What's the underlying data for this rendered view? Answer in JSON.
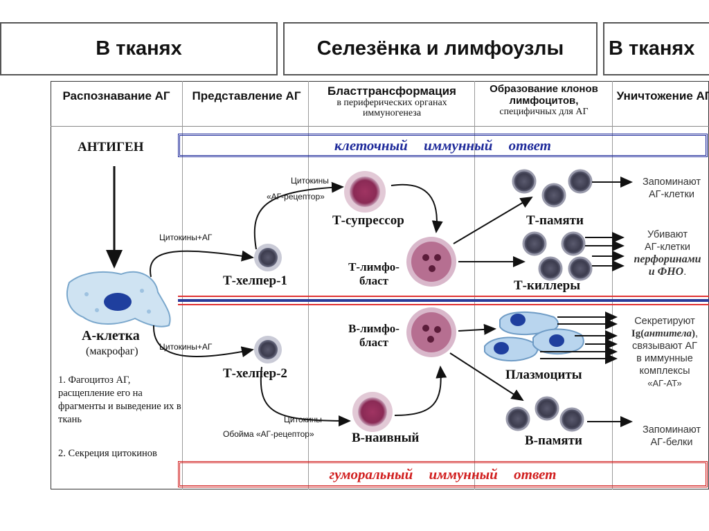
{
  "headers": {
    "left": "В тканях",
    "center": "Селезёнка и лимфоузлы",
    "right": "В тканях"
  },
  "columns": [
    {
      "title": "Распознавание АГ",
      "sub": ""
    },
    {
      "title": "Представление АГ",
      "sub": ""
    },
    {
      "title": "Бласттрансформация",
      "sub": "в периферических органах иммуногенеза"
    },
    {
      "title": "Образование клонов лимфоцитов,",
      "sub": "специфичных для АГ"
    },
    {
      "title": "Уничтожение АГ",
      "sub": ""
    }
  ],
  "banners": {
    "cellular": "клеточный иммунный ответ",
    "humoral": "гуморальный иммунный ответ"
  },
  "antigen": "АНТИГЕН",
  "a_cell": {
    "name": "А-клетка",
    "sub": "(макрофаг)"
  },
  "a_cell_notes": [
    "1. Фагоцитоз АГ, расщепление его на фрагменты и выведение их в ткань",
    "2. Секреция цитокинов"
  ],
  "cells": {
    "t_helper1": "Т-хелпер-1",
    "t_helper2": "Т-хелпер-2",
    "t_suppressor": "Т-супрессор",
    "t_lymphoblast": "Т-лимфо-бласт",
    "b_lymphoblast": "В-лимфо-бласт",
    "b_naive": "В-наивный",
    "t_memory": "Т-памяти",
    "t_killers": "Т-киллеры",
    "plasmocytes": "Плазмоциты",
    "b_memory": "В-памяти"
  },
  "small_labels": {
    "cytokines_ag_1": "Цитокины+АГ",
    "cytokines_ag_2": "Цитокины+АГ",
    "cytokines_top": "Цитокины",
    "receptor_top": "«АГ-рецептор»",
    "cytokines_bottom": "Цитокины",
    "receptor_bottom": "Обойма «АГ-рецептор»"
  },
  "outcomes": {
    "remember_cells": "Запоминают АГ-клетки",
    "kill_cells": "Убивают АГ-клетки перфоринами и ФНО.",
    "secrete": "Секретируют Ig(антитела), связывают АГ в иммунные комплексы «АГ-АТ»",
    "remember_proteins": "Запоминают АГ-белки"
  },
  "colors": {
    "cellular_border": "#1e2a9a",
    "humoral_border": "#d11f1f",
    "divider_red": "#e03030",
    "divider_blue": "#2a3a9a",
    "lymphocyte": "#8c8ea3",
    "blast": "#c7a0b8"
  }
}
